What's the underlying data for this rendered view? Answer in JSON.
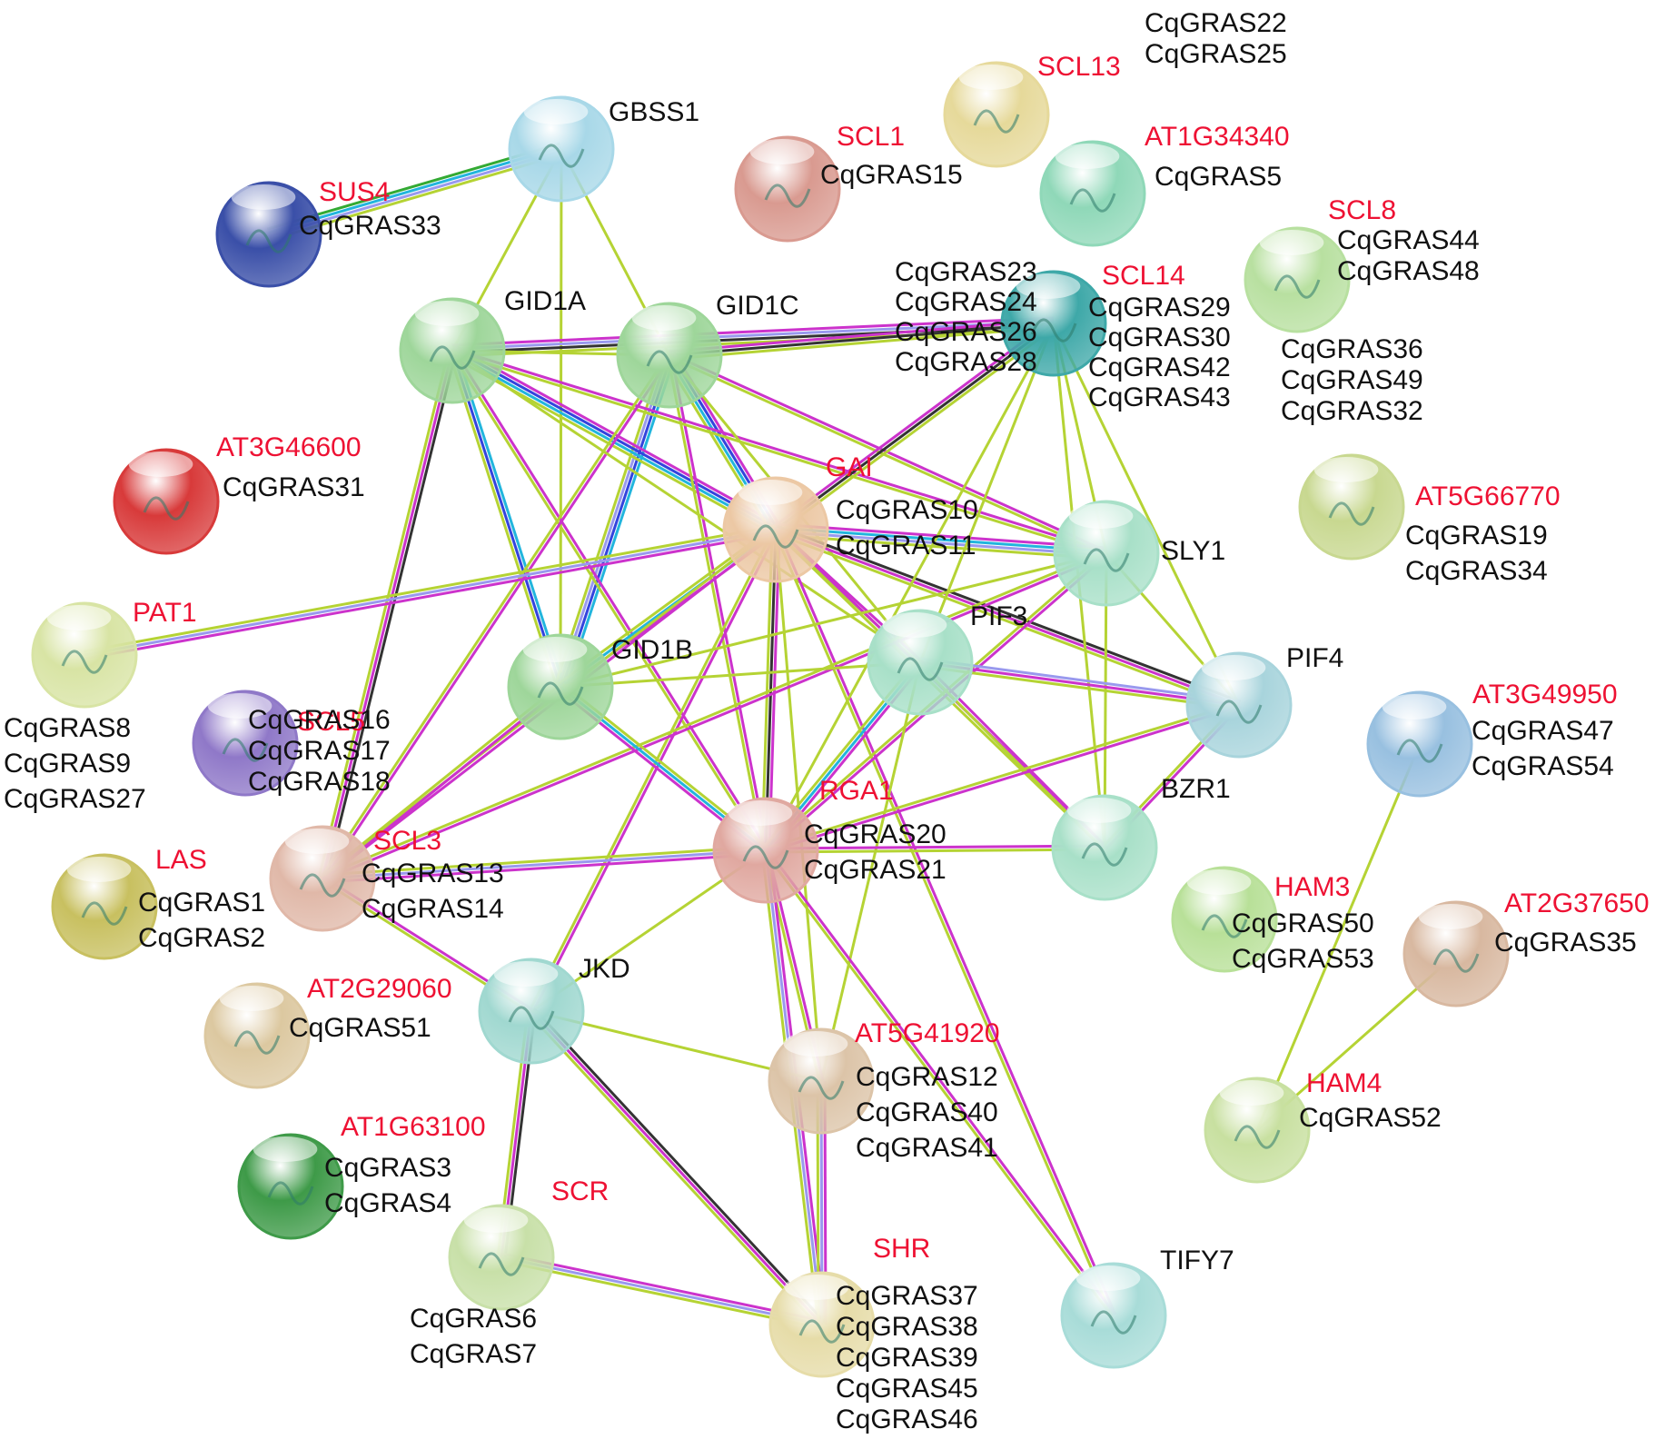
{
  "colors": {
    "label_red": "#ee1133",
    "label_black": "#111111",
    "edge_yellowgreen": "#b5d334",
    "edge_magenta": "#cc33cc",
    "edge_blue": "#3344dd",
    "edge_lightblue": "#9999ee",
    "edge_cyan": "#22b5dd",
    "edge_black": "#333333",
    "edge_green": "#33aa33"
  },
  "nodes": [
    {
      "id": "GBSS1",
      "label": "GBSS1",
      "red_label": "",
      "gras": [],
      "color": "#a8d8e8"
    },
    {
      "id": "SUS4",
      "label": "",
      "red_label": "SUS4",
      "gras": [
        "CqGRAS33"
      ],
      "color": "#3a4fa8"
    },
    {
      "id": "GID1A",
      "label": "GID1A",
      "red_label": "",
      "gras": [],
      "color": "#9ed69a"
    },
    {
      "id": "GID1C",
      "label": "GID1C",
      "red_label": "",
      "gras": [],
      "color": "#9ed69a"
    },
    {
      "id": "GID1B",
      "label": "GID1B",
      "red_label": "",
      "gras": [],
      "color": "#9ed69a"
    },
    {
      "id": "SCL1",
      "label": "",
      "red_label": "SCL1",
      "gras": [
        "CqGRAS15"
      ],
      "color": "#d99a90"
    },
    {
      "id": "SCL13",
      "label": "",
      "red_label": "SCL13",
      "gras": [
        "CqGRAS22",
        "CqGRAS25"
      ],
      "color": "#e6d99a"
    },
    {
      "id": "AT1G34340",
      "label": "",
      "red_label": "AT1G34340",
      "gras": [
        "CqGRAS5"
      ],
      "color": "#8fd8b8"
    },
    {
      "id": "SCL14",
      "label": "",
      "red_label": "SCL14",
      "gras": [
        "CqGRAS23",
        "CqGRAS24",
        "CqGRAS26",
        "CqGRAS28",
        "CqGRAS29",
        "CqGRAS30",
        "CqGRAS42",
        "CqGRAS43"
      ],
      "color": "#3ea8a8"
    },
    {
      "id": "SCL8",
      "label": "",
      "red_label": "SCL8",
      "gras": [
        "CqGRAS44",
        "CqGRAS48",
        "CqGRAS36",
        "CqGRAS49",
        "CqGRAS32"
      ],
      "color": "#b8e0a0"
    },
    {
      "id": "AT3G46600",
      "label": "",
      "red_label": "AT3G46600",
      "gras": [
        "CqGRAS31"
      ],
      "color": "#d83a3a"
    },
    {
      "id": "GAI",
      "label": "",
      "red_label": "GAI",
      "gras": [
        "CqGRAS10",
        "CqGRAS11"
      ],
      "color": "#ecc8a4"
    },
    {
      "id": "SLY1",
      "label": "SLY1",
      "red_label": "",
      "gras": [],
      "color": "#a8e0c8"
    },
    {
      "id": "AT5G66770",
      "label": "",
      "red_label": "AT5G66770",
      "gras": [
        "CqGRAS19",
        "CqGRAS34"
      ],
      "color": "#c8d890"
    },
    {
      "id": "PAT1",
      "label": "",
      "red_label": "PAT1",
      "gras": [
        "CqGRAS8",
        "CqGRAS9",
        "CqGRAS27"
      ],
      "color": "#d8e4a4"
    },
    {
      "id": "PIF3",
      "label": "PIF3",
      "red_label": "",
      "gras": [],
      "color": "#a8e0c8"
    },
    {
      "id": "PIF4",
      "label": "PIF4",
      "red_label": "",
      "gras": [],
      "color": "#a8d4dc"
    },
    {
      "id": "SCL5",
      "label": "",
      "red_label": "SCL5",
      "gras": [
        "CqGRAS16",
        "CqGRAS17",
        "CqGRAS18"
      ],
      "color": "#8f78c8"
    },
    {
      "id": "AT3G49950",
      "label": "",
      "red_label": "AT3G49950",
      "gras": [
        "CqGRAS47",
        "CqGRAS54"
      ],
      "color": "#98c0e0"
    },
    {
      "id": "RGA1",
      "label": "",
      "red_label": "RGA1",
      "gras": [
        "CqGRAS20",
        "CqGRAS21"
      ],
      "color": "#e0a8a0"
    },
    {
      "id": "BZR1",
      "label": "BZR1",
      "red_label": "",
      "gras": [],
      "color": "#a8e0c8"
    },
    {
      "id": "LAS",
      "label": "",
      "red_label": "LAS",
      "gras": [
        "CqGRAS1",
        "CqGRAS2"
      ],
      "color": "#c8c060"
    },
    {
      "id": "SCL3",
      "label": "",
      "red_label": "SCL3",
      "gras": [
        "CqGRAS13",
        "CqGRAS14"
      ],
      "color": "#e0b8a8"
    },
    {
      "id": "HAM3",
      "label": "",
      "red_label": "HAM3",
      "gras": [
        "CqGRAS50",
        "CqGRAS53"
      ],
      "color": "#b8e098"
    },
    {
      "id": "AT2G37650",
      "label": "",
      "red_label": "AT2G37650",
      "gras": [
        "CqGRAS35"
      ],
      "color": "#d8b8a0"
    },
    {
      "id": "AT2G29060",
      "label": "",
      "red_label": "AT2G29060",
      "gras": [
        "CqGRAS51"
      ],
      "color": "#dcc8a0"
    },
    {
      "id": "JKD",
      "label": "JKD",
      "red_label": "",
      "gras": [],
      "color": "#a0d8d0"
    },
    {
      "id": "AT5G41920",
      "label": "",
      "red_label": "AT5G41920",
      "gras": [
        "CqGRAS12",
        "CqGRAS40",
        "CqGRAS41"
      ],
      "color": "#dcc4a8"
    },
    {
      "id": "HAM4",
      "label": "",
      "red_label": "HAM4",
      "gras": [
        "CqGRAS52"
      ],
      "color": "#c8e0a0"
    },
    {
      "id": "AT1G63100",
      "label": "",
      "red_label": "AT1G63100",
      "gras": [
        "CqGRAS3",
        "CqGRAS4"
      ],
      "color": "#3e9a48"
    },
    {
      "id": "SCR",
      "label": "",
      "red_label": "SCR",
      "gras": [
        "CqGRAS6",
        "CqGRAS7"
      ],
      "color": "#c8e0a8"
    },
    {
      "id": "SHR",
      "label": "",
      "red_label": "SHR",
      "gras": [
        "CqGRAS37",
        "CqGRAS38",
        "CqGRAS39",
        "CqGRAS45",
        "CqGRAS46"
      ],
      "color": "#e6dca8"
    },
    {
      "id": "TIFY7",
      "label": "TIFY7",
      "red_label": "",
      "gras": [],
      "color": "#a8dcd8"
    }
  ],
  "edges": [
    {
      "source": "SUS4",
      "target": "GBSS1",
      "colors": [
        "edge_green",
        "edge_cyan",
        "edge_lightblue",
        "edge_yellowgreen"
      ]
    },
    {
      "source": "GBSS1",
      "target": "GID1A",
      "colors": [
        "edge_yellowgreen"
      ]
    },
    {
      "source": "GBSS1",
      "target": "GID1C",
      "colors": [
        "edge_yellowgreen"
      ]
    },
    {
      "source": "GBSS1",
      "target": "GID1B",
      "colors": [
        "edge_yellowgreen"
      ]
    },
    {
      "source": "GID1A",
      "target": "SCL14",
      "colors": [
        "edge_magenta",
        "edge_lightblue",
        "edge_black",
        "edge_yellowgreen"
      ]
    },
    {
      "source": "GID1C",
      "target": "SCL14",
      "colors": [
        "edge_magenta",
        "edge_black",
        "edge_yellowgreen"
      ]
    },
    {
      "source": "GID1A",
      "target": "GID1C",
      "colors": [
        "edge_yellowgreen"
      ]
    },
    {
      "source": "GID1A",
      "target": "GID1B",
      "colors": [
        "edge_cyan",
        "edge_blue",
        "edge_yellowgreen"
      ]
    },
    {
      "source": "GID1C",
      "target": "GID1B",
      "colors": [
        "edge_cyan",
        "edge_blue",
        "edge_lightblue",
        "edge_yellowgreen"
      ]
    },
    {
      "source": "GID1A",
      "target": "GAI",
      "colors": [
        "edge_magenta",
        "edge_blue",
        "edge_cyan",
        "edge_yellowgreen"
      ]
    },
    {
      "source": "GID1C",
      "target": "GAI",
      "colors": [
        "edge_magenta",
        "edge_blue",
        "edge_cyan",
        "edge_yellowgreen"
      ]
    },
    {
      "source": "GID1A",
      "target": "RGA1",
      "colors": [
        "edge_magenta",
        "edge_yellowgreen"
      ]
    },
    {
      "source": "GID1C",
      "target": "RGA1",
      "colors": [
        "edge_magenta",
        "edge_yellowgreen"
      ]
    },
    {
      "source": "GID1A",
      "target": "SLY1",
      "colors": [
        "edge_magenta",
        "edge_yellowgreen"
      ]
    },
    {
      "source": "GID1C",
      "target": "SLY1",
      "colors": [
        "edge_magenta",
        "edge_yellowgreen"
      ]
    },
    {
      "source": "GID1A",
      "target": "SCL3",
      "colors": [
        "edge_black",
        "edge_magenta",
        "edge_yellowgreen"
      ]
    },
    {
      "source": "GID1C",
      "target": "SCL3",
      "colors": [
        "edge_magenta",
        "edge_yellowgreen"
      ]
    },
    {
      "source": "GID1A",
      "target": "PIF3",
      "colors": [
        "edge_yellowgreen"
      ]
    },
    {
      "source": "GID1C",
      "target": "PIF3",
      "colors": [
        "edge_yellowgreen"
      ]
    },
    {
      "source": "GAI",
      "target": "SCL14",
      "colors": [
        "edge_magenta",
        "edge_black",
        "edge_yellowgreen"
      ]
    },
    {
      "source": "GAI",
      "target": "SLY1",
      "colors": [
        "edge_magenta",
        "edge_cyan",
        "edge_lightblue",
        "edge_yellowgreen"
      ]
    },
    {
      "source": "GAI",
      "target": "PIF3",
      "colors": [
        "edge_magenta",
        "edge_yellowgreen"
      ]
    },
    {
      "source": "GAI",
      "target": "PIF4",
      "colors": [
        "edge_black",
        "edge_magenta",
        "edge_yellowgreen"
      ]
    },
    {
      "source": "GAI",
      "target": "RGA1",
      "colors": [
        "edge_magenta",
        "edge_black",
        "edge_yellowgreen"
      ]
    },
    {
      "source": "GAI",
      "target": "GID1B",
      "colors": [
        "edge_magenta",
        "edge_cyan",
        "edge_yellowgreen"
      ]
    },
    {
      "source": "GAI",
      "target": "SCL3",
      "colors": [
        "edge_magenta",
        "edge_yellowgreen"
      ]
    },
    {
      "source": "GAI",
      "target": "PAT1",
      "colors": [
        "edge_magenta",
        "edge_lightblue",
        "edge_yellowgreen"
      ]
    },
    {
      "source": "GAI",
      "target": "BZR1",
      "colors": [
        "edge_magenta",
        "edge_yellowgreen"
      ]
    },
    {
      "source": "GAI",
      "target": "JKD",
      "colors": [
        "edge_magenta",
        "edge_yellowgreen"
      ]
    },
    {
      "source": "GAI",
      "target": "AT5G41920",
      "colors": [
        "edge_yellowgreen"
      ]
    },
    {
      "source": "GAI",
      "target": "TIFY7",
      "colors": [
        "edge_magenta",
        "edge_yellowgreen"
      ]
    },
    {
      "source": "SCL14",
      "target": "SLY1",
      "colors": [
        "edge_yellowgreen"
      ]
    },
    {
      "source": "SCL14",
      "target": "PIF4",
      "colors": [
        "edge_yellowgreen"
      ]
    },
    {
      "source": "SCL14",
      "target": "BZR1",
      "colors": [
        "edge_yellowgreen"
      ]
    },
    {
      "source": "SCL14",
      "target": "RGA1",
      "colors": [
        "edge_yellowgreen"
      ]
    },
    {
      "source": "SCL14",
      "target": "PIF3",
      "colors": [
        "edge_yellowgreen"
      ]
    },
    {
      "source": "SLY1",
      "target": "RGA1",
      "colors": [
        "edge_magenta",
        "edge_yellowgreen"
      ]
    },
    {
      "source": "SLY1",
      "target": "PIF4",
      "colors": [
        "edge_yellowgreen"
      ]
    },
    {
      "source": "SLY1",
      "target": "BZR1",
      "colors": [
        "edge_yellowgreen"
      ]
    },
    {
      "source": "SLY1",
      "target": "SCL3",
      "colors": [
        "edge_magenta",
        "edge_yellowgreen"
      ]
    },
    {
      "source": "SLY1",
      "target": "GID1B",
      "colors": [
        "edge_yellowgreen"
      ]
    },
    {
      "source": "PIF3",
      "target": "PIF4",
      "colors": [
        "edge_lightblue",
        "edge_magenta",
        "edge_yellowgreen"
      ]
    },
    {
      "source": "PIF3",
      "target": "RGA1",
      "colors": [
        "edge_magenta",
        "edge_cyan",
        "edge_yellowgreen"
      ]
    },
    {
      "source": "PIF3",
      "target": "BZR1",
      "colors": [
        "edge_magenta",
        "edge_yellowgreen"
      ]
    },
    {
      "source": "PIF3",
      "target": "GID1B",
      "colors": [
        "edge_yellowgreen"
      ]
    },
    {
      "source": "PIF3",
      "target": "AT5G41920",
      "colors": [
        "edge_yellowgreen"
      ]
    },
    {
      "source": "PIF4",
      "target": "RGA1",
      "colors": [
        "edge_magenta",
        "edge_yellowgreen"
      ]
    },
    {
      "source": "PIF4",
      "target": "BZR1",
      "colors": [
        "edge_magenta",
        "edge_yellowgreen"
      ]
    },
    {
      "source": "RGA1",
      "target": "BZR1",
      "colors": [
        "edge_magenta",
        "edge_yellowgreen"
      ]
    },
    {
      "source": "RGA1",
      "target": "GID1B",
      "colors": [
        "edge_magenta",
        "edge_cyan",
        "edge_yellowgreen"
      ]
    },
    {
      "source": "RGA1",
      "target": "SCL3",
      "colors": [
        "edge_magenta",
        "edge_lightblue",
        "edge_yellowgreen"
      ]
    },
    {
      "source": "RGA1",
      "target": "JKD",
      "colors": [
        "edge_yellowgreen"
      ]
    },
    {
      "source": "RGA1",
      "target": "AT5G41920",
      "colors": [
        "edge_magenta",
        "edge_yellowgreen"
      ]
    },
    {
      "source": "RGA1",
      "target": "SHR",
      "colors": [
        "edge_magenta",
        "edge_lightblue",
        "edge_yellowgreen"
      ]
    },
    {
      "source": "RGA1",
      "target": "TIFY7",
      "colors": [
        "edge_magenta",
        "edge_yellowgreen"
      ]
    },
    {
      "source": "GID1B",
      "target": "SCL3",
      "colors": [
        "edge_magenta",
        "edge_yellowgreen"
      ]
    },
    {
      "source": "SCL3",
      "target": "JKD",
      "colors": [
        "edge_magenta",
        "edge_yellowgreen"
      ]
    },
    {
      "source": "JKD",
      "target": "SCR",
      "colors": [
        "edge_black",
        "edge_magenta",
        "edge_yellowgreen"
      ]
    },
    {
      "source": "JKD",
      "target": "SHR",
      "colors": [
        "edge_black",
        "edge_magenta",
        "edge_yellowgreen"
      ]
    },
    {
      "source": "JKD",
      "target": "AT5G41920",
      "colors": [
        "edge_yellowgreen"
      ]
    },
    {
      "source": "SCR",
      "target": "SHR",
      "colors": [
        "edge_magenta",
        "edge_lightblue",
        "edge_yellowgreen"
      ]
    },
    {
      "source": "AT5G41920",
      "target": "SHR",
      "colors": [
        "edge_magenta",
        "edge_lightblue",
        "edge_yellowgreen"
      ]
    },
    {
      "source": "AT3G49950",
      "target": "HAM4",
      "colors": [
        "edge_yellowgreen"
      ]
    },
    {
      "source": "AT2G37650",
      "target": "HAM4",
      "colors": [
        "edge_yellowgreen"
      ]
    }
  ]
}
